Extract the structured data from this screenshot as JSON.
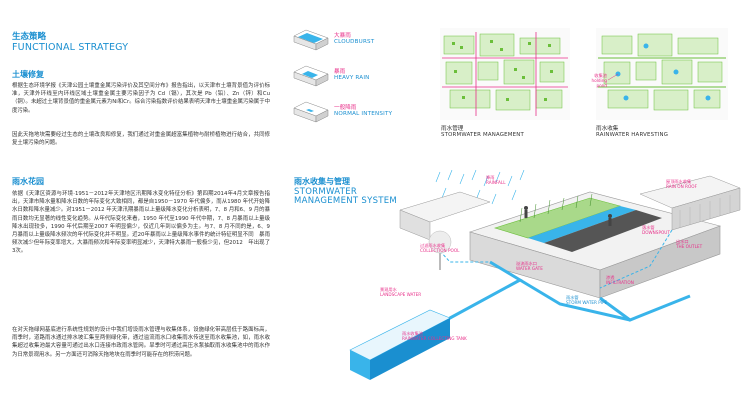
{
  "strategy": {
    "title_cn": "生态策略",
    "title_en": "FUNCTIONAL STRATEGY"
  },
  "soil": {
    "heading": "土壤修复",
    "para1": "根据生态环境学报《天津公园土壤重金属污染评价及其空间分布》报告指出，以天津市土壤背景值为评价标准，天津外环线至内环线区域土壤重金属主要污染因子为 Cd（镉），其次是 Pb（铅）、Zn（锌）和Cu（铜）。未超过土壤背景值的重金属元素为Ni和Cr。综合污染指数评价结果表明天津市土壤重金属污染属于中度污染。",
    "para2": "因此天拖地块需要经过生态的土壤改良和修复，我们通过对重金属超富集植物与耐桥植物进行结合，共同修复土壤污染的问题。"
  },
  "rain_garden": {
    "heading": "雨水花园",
    "para1": "依据《天津区资源与环境·1951－2012年天津地区汛期降水变化特征分析》第四期2014年4月文章报告指出，天津市降水量和降水日数的年际变化大致相同，都是自1950－1970 年代偏多，而从1980 年代开始降水日数和降水量减少。对1951－2012 年天津汛期暴雨以上量级降水变化分析表明，7、8 月和6、9 月的暴雨日数均无显著的线性变化趋势。从年代际变化来看，1950 年代至1990 年代中期，7、8 月暴雨以上量级降水出现较多，1990 年代后期至2007 年明显偏少，仅近几年到以偏多为主。与7、8 月不同的是，6、9 月暴雨以上量级降水频次的年代际变化并不明显。近20年暴雨以上量级降水事件的统计特征明显不同　暴雨频次减少但年际变率增大，大暴雨频次和年际变率明显减少，天津特大暴雨一般极少见，但2012　年出现了3次。",
    "para2": "在对天拖绿网基底进行系统性规划的设计中我们增设雨水管理与收集体系，设施绿化带高层低于路面标高，雨季时，道路雨水通过排水坡汇集至两侧绿化带，通过溢流雨水口收集雨水传送至雨水收集池，如，雨水收集超过收集池最大容量可通过出水口连接市政雨水管网。旱季时可通过高压水泵抽取雨水收集池中的雨水作为日常景观用水。另一方面还可消除天拖地块在雨季时可能存在的积涝问题。"
  },
  "legend": {
    "items": [
      {
        "cn": "大暴雨",
        "en": "CLOUDBURST"
      },
      {
        "cn": "暴雨",
        "en": "HEAVY RAIN"
      },
      {
        "cn": "一般降雨",
        "en": "NORMAL INTENSITY"
      }
    ]
  },
  "maps": {
    "left": {
      "cn": "雨水管理",
      "en": "STORMWATER MANAGEMENT"
    },
    "right": {
      "cn": "雨水收集",
      "en": "RAINWATER HARVESTING",
      "callout": "收集池\nholding pond"
    }
  },
  "system": {
    "title_cn": "雨水收集与管理",
    "title_en": "STORMWATER\nMANAGEMENT SYSTEM",
    "labels": {
      "rainfall": "降雨\nRAINFALL",
      "roof": "屋顶雨水收集\nRAIN ON ROOF",
      "landscape_water": "景观用水\nLANDSCAPE WATER",
      "collecting_tank": "雨水收集池\nRAINWATER COLLECTING TANK",
      "collection_pool": "过滤雨水收集\nCOLLECTION POOL",
      "water_gate": "溢流雨水口\nWATER GATE",
      "infiltration": "渗透\nINFILTRATION",
      "outlet": "出水口\nTHE OUTLET",
      "downspout": "落水管\nDOWNSPOUT",
      "storm_pipe": "雨水管\nSTORM WATER PIPE"
    }
  },
  "colors": {
    "accent": "#1a8fd0",
    "pink": "#e8308a",
    "green": "#6bbf3a",
    "water": "#39b4ea"
  }
}
